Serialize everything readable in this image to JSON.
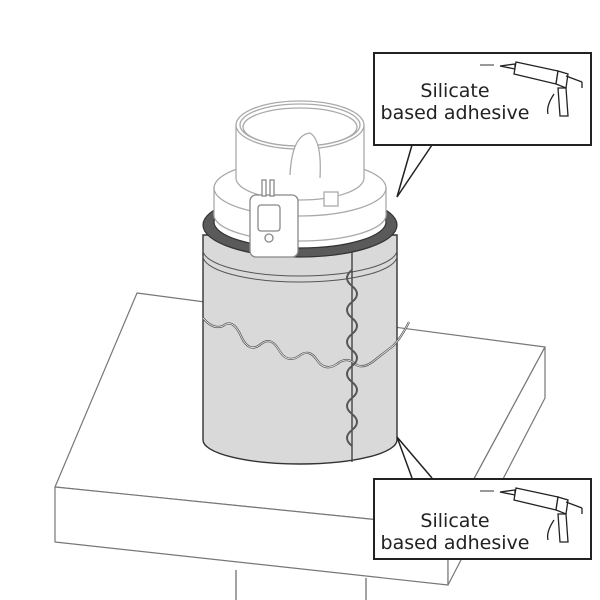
{
  "callouts": [
    {
      "line1": "Silicate",
      "line2": "based adhesive",
      "icon": "caulking-gun-icon"
    },
    {
      "line1": "Silicate",
      "line2": "based adhesive",
      "icon": "caulking-gun-icon"
    }
  ],
  "colors": {
    "line": "#222222",
    "sleeve": "#d9d9d9",
    "ring": "#5a5a5a"
  }
}
